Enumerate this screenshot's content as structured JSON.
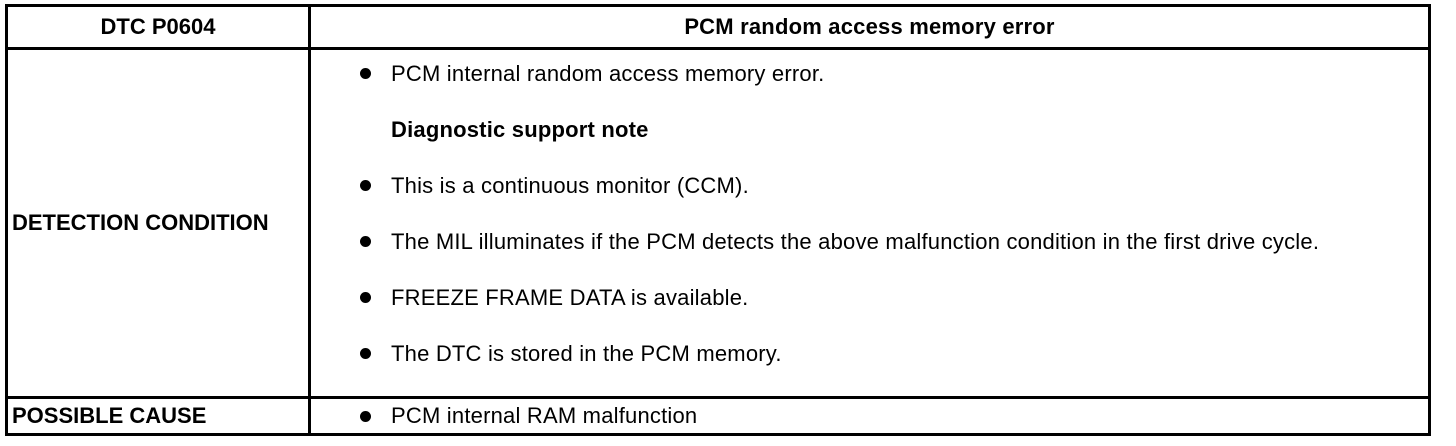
{
  "colors": {
    "border": "#000000",
    "text": "#000000",
    "background": "#ffffff"
  },
  "icons": {
    "bullet": "●"
  },
  "table": {
    "header": {
      "code": "DTC P0604",
      "description": "PCM random access memory error"
    },
    "detection": {
      "label": "DETECTION CONDITION",
      "items": [
        {
          "bullet": true,
          "text": "PCM internal random access memory error."
        },
        {
          "bullet": false,
          "text": "Diagnostic support note"
        },
        {
          "bullet": true,
          "text": "This is a continuous monitor (CCM)."
        },
        {
          "bullet": true,
          "text": "The MIL illuminates if the PCM detects the above malfunction condition in the first drive cycle."
        },
        {
          "bullet": true,
          "text": "FREEZE FRAME DATA is available."
        },
        {
          "bullet": true,
          "text": "The DTC is stored in the PCM memory."
        }
      ]
    },
    "possible_cause": {
      "label": "POSSIBLE CAUSE",
      "items": [
        {
          "bullet": true,
          "text": "PCM internal RAM malfunction"
        }
      ]
    }
  }
}
